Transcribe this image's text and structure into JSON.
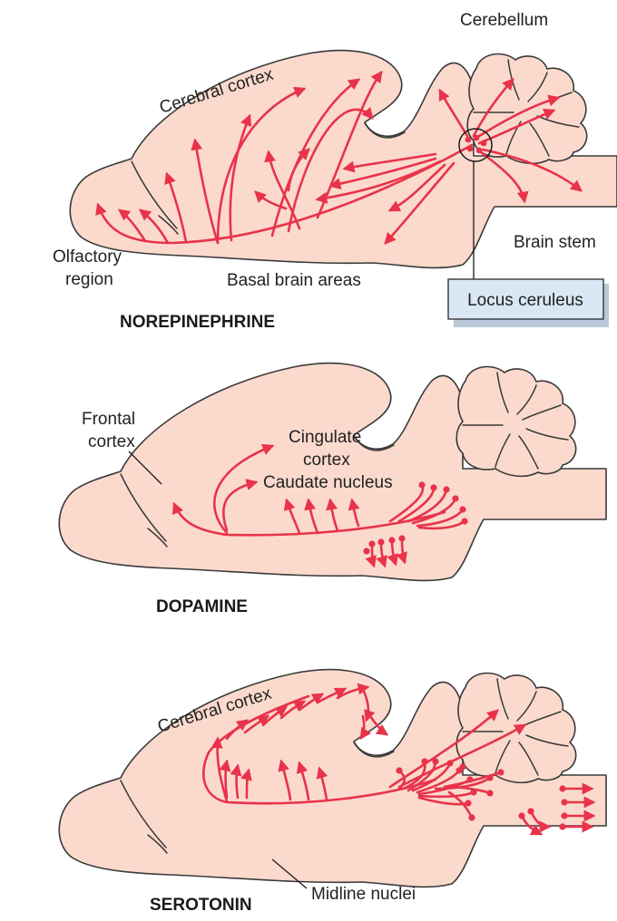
{
  "colors": {
    "pathway": "#e8334a",
    "tissue": "#fbdacd",
    "outline": "#3a3a3a",
    "label_box": "#d9e7f5"
  },
  "norepinephrine": {
    "title": "NOREPINEPHRINE",
    "labels": {
      "cerebellum": "Cerebellum",
      "cerebral_cortex": "Cerebral cortex",
      "olfactory_line1": "Olfactory",
      "olfactory_line2": "region",
      "basal": "Basal brain areas",
      "brain_stem": "Brain stem",
      "locus_ceruleus": "Locus ceruleus"
    }
  },
  "dopamine": {
    "title": "DOPAMINE",
    "labels": {
      "frontal_line1": "Frontal",
      "frontal_line2": "cortex",
      "cingulate_line1": "Cingulate",
      "cingulate_line2": "cortex",
      "caudate": "Caudate nucleus"
    }
  },
  "serotonin": {
    "title": "SEROTONIN",
    "labels": {
      "cerebral_cortex": "Cerebral cortex",
      "midline": "Midline nuclei"
    }
  }
}
